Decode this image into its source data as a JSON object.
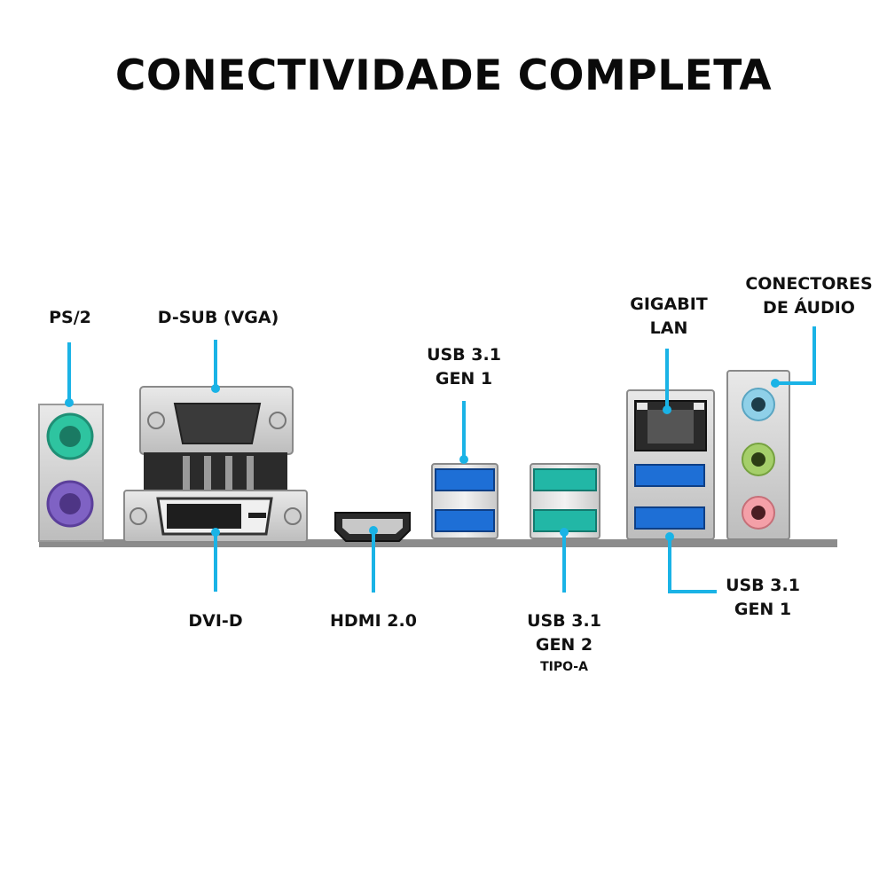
{
  "title": "CONECTIVIDADE COMPLETA",
  "colors": {
    "accent": "#1ab3e6",
    "ps2_keyboard": "#7f62c4",
    "ps2_mouse": "#2ec4a0",
    "usb_gen1": "#1e6fd6",
    "usb_gen2": "#22b7a6",
    "audio_line_in": "#8fd0e8",
    "audio_line_out": "#a5cf6a",
    "audio_mic": "#f4a0a8"
  },
  "labels": {
    "ps2": "PS/2",
    "dsub": "D-SUB (VGA)",
    "dvid": "DVI-D",
    "hdmi": "HDMI 2.0",
    "usb_top_line1": "USB 3.1",
    "usb_top_line2": "GEN 1",
    "usb_gen2_line1": "USB 3.1",
    "usb_gen2_line2": "GEN 2",
    "usb_gen2_line3": "TIPO-A",
    "lan_line1": "GIGABIT",
    "lan_line2": "LAN",
    "usb_right_line1": "USB 3.1",
    "usb_right_line2": "GEN 1",
    "audio_line1": "CONECTORES",
    "audio_line2": "DE ÁUDIO"
  }
}
